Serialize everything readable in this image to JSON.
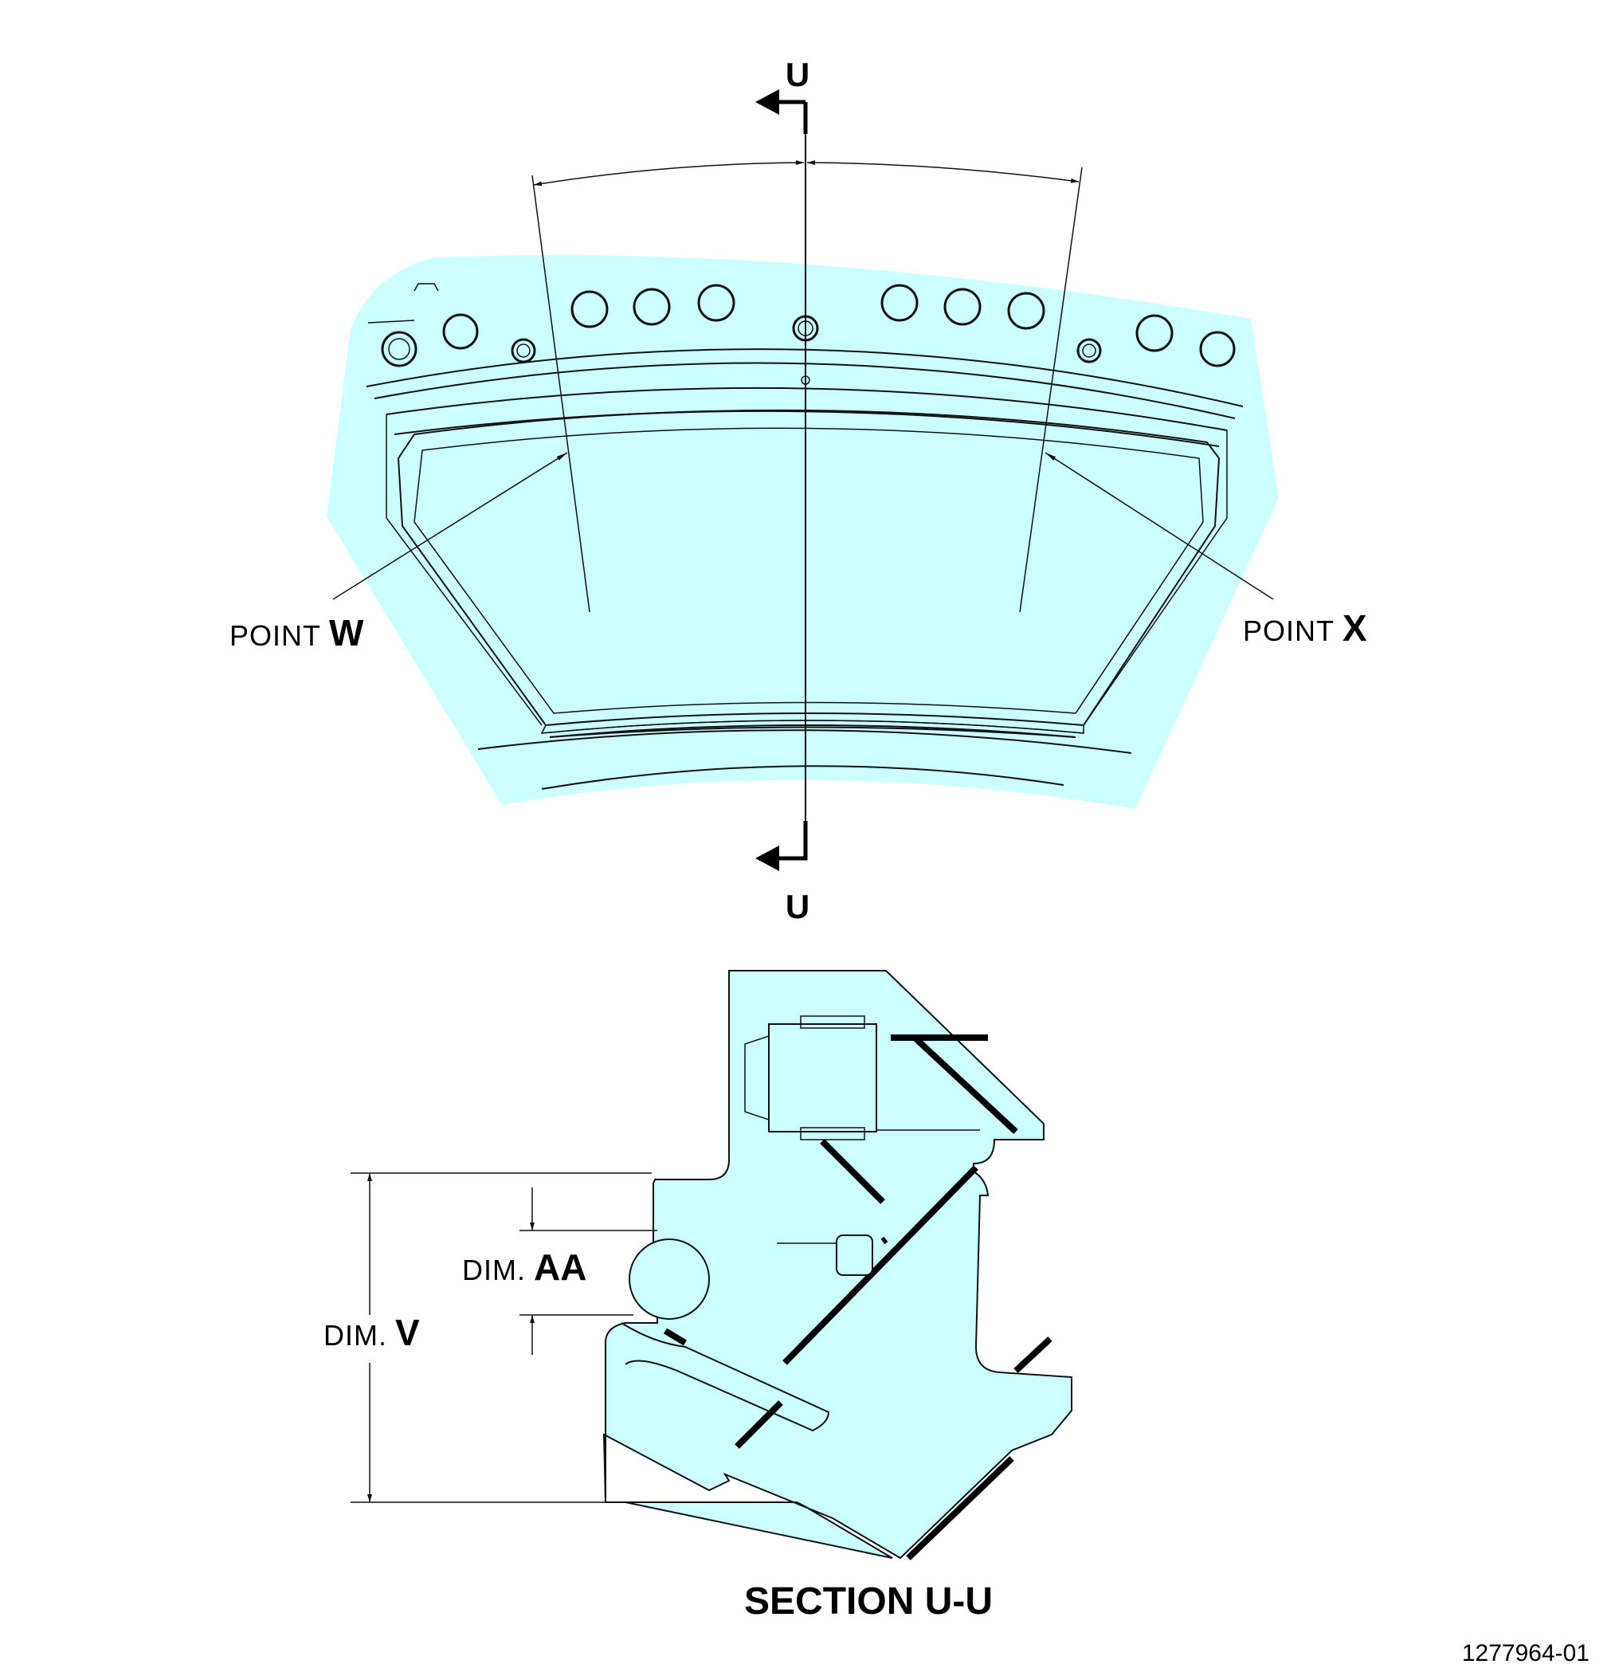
{
  "plan_view": {
    "section_marker": "U",
    "point_w": {
      "prefix": "POINT",
      "letter": "W"
    },
    "point_x": {
      "prefix": "POINT",
      "letter": "X"
    }
  },
  "section_view": {
    "dim_aa": {
      "prefix": "DIM.",
      "letter": "AA"
    },
    "dim_v": {
      "prefix": "DIM.",
      "letter": "V"
    },
    "title": "SECTION U-U"
  },
  "figure_number": "1277964-01",
  "colors": {
    "part_fill": "#ccffff",
    "line": "#111111"
  }
}
